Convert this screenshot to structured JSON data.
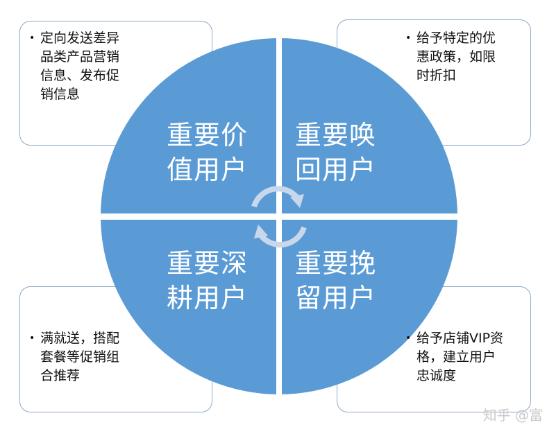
{
  "quadrants": [
    {
      "title": "重要价值用户",
      "line1": "重要价",
      "line2": "值用户",
      "note": "定向发送差异品类产品营销信息、发布促销信息",
      "note_lines": [
        "定向发送差异",
        "品类产品营销",
        "信息、发布促",
        "销信息"
      ]
    },
    {
      "title": "重要唤回用户",
      "line1": "重要唤",
      "line2": "回用户",
      "note": "给予特定的优惠政策，如限时折扣",
      "note_lines": [
        "给予特定的优",
        "惠政策，如限",
        "时折扣"
      ]
    },
    {
      "title": "重要深耕用户",
      "line1": "重要深",
      "line2": "耕用户",
      "note": "满就送，搭配套餐等促销组合推荐",
      "note_lines": [
        "满就送，搭配",
        "套餐等促销组",
        "合推荐"
      ]
    },
    {
      "title": "重要挽留用户",
      "line1": "重要挽",
      "line2": "留用户",
      "note": "给予店铺VIP资格，建立用户忠诚度",
      "note_lines": [
        "给予店铺VIP资",
        "格，建立用户",
        "忠诚度"
      ]
    }
  ],
  "bullet": "•",
  "watermark": "知乎 @富",
  "colors": {
    "circle": "#5b9bd5",
    "arrow": "#c9d7ea",
    "box_border": "#8eaac6"
  }
}
